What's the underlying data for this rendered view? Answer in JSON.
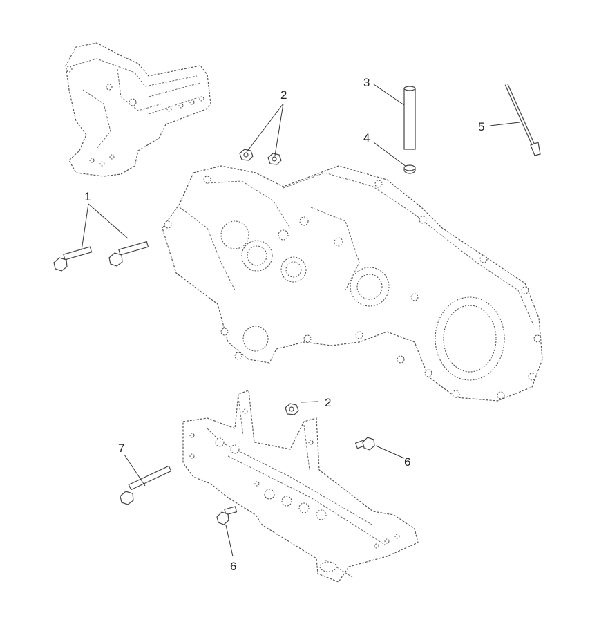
{
  "callouts": {
    "c1": "1",
    "c2a": "2",
    "c2b": "2",
    "c3": "3",
    "c4": "4",
    "c5": "5",
    "c6a": "6",
    "c6b": "6",
    "c7": "7"
  }
}
